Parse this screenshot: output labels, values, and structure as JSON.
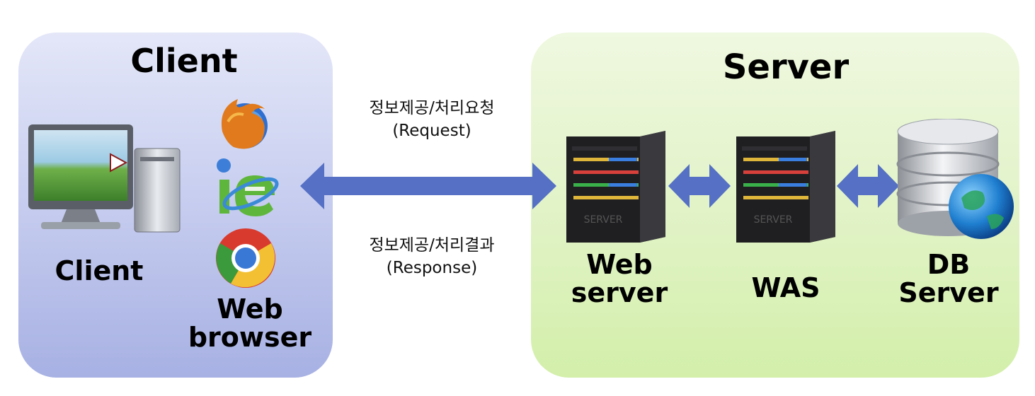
{
  "client": {
    "title": "Client",
    "device_label": "Client",
    "browser_label": "Web\nbrowser",
    "icons": [
      "desktop-computer-icon",
      "firefox-icon",
      "internet-explorer-icon",
      "chrome-icon"
    ]
  },
  "server": {
    "title": "Server",
    "web_server_label": "Web\nserver",
    "was_label": "WAS",
    "db_server_label": "DB\nServer",
    "icons": [
      "server-icon",
      "server-icon",
      "database-globe-icon"
    ],
    "server_face_text": "SERVER"
  },
  "request": {
    "korean": "정보제공/처리요청",
    "english": "(Request)"
  },
  "response": {
    "korean": "정보제공/처리결과",
    "english": "(Response)"
  },
  "colors": {
    "client_panel": "#c9cff0",
    "server_panel": "#e2f3c8",
    "arrow": "#5570c4"
  }
}
